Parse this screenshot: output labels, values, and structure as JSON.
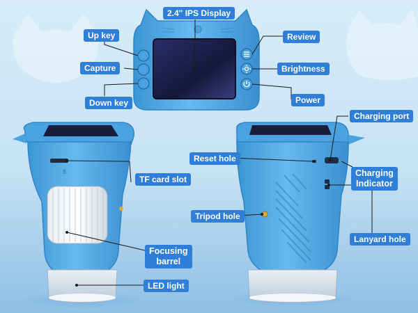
{
  "labels": {
    "display": "2.4\" IPS Display",
    "up_key": "Up key",
    "capture": "Capture",
    "down_key": "Down key",
    "review": "Review",
    "brightness": "Brightness",
    "power": "Power",
    "tf_card_slot": "TF card slot",
    "focusing_barrel_1": "Focusing",
    "focusing_barrel_2": "barrel",
    "led_light": "LED light",
    "charging_port": "Charging port",
    "reset_hole": "Reset hole",
    "charging_indicator_1": "Charging",
    "charging_indicator_2": "Indicator",
    "tripod_hole": "Tripod hole",
    "lanyard_hole": "Lanyard hole"
  },
  "colors": {
    "label_bg": "#2f7fd8",
    "label_text": "#ffffff",
    "device_blue": "#5fb3ea",
    "device_dark": "#3a8fcf",
    "screen": "#1a1d3a"
  },
  "icons": [
    "review-icon",
    "brightness-icon",
    "power-icon"
  ]
}
